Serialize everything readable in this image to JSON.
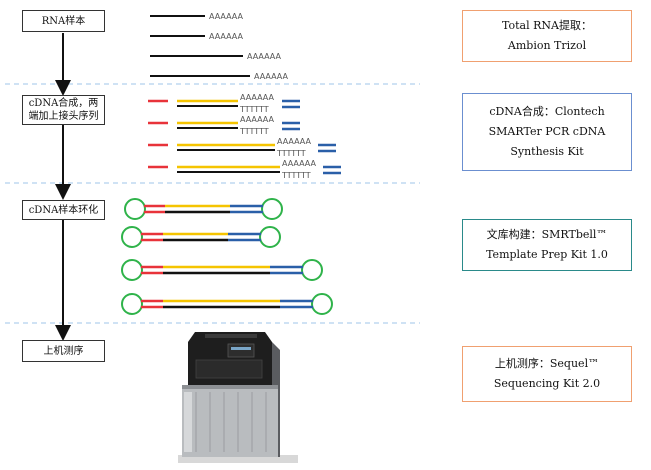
{
  "steps": {
    "rna_sample": "RNA样本",
    "cdna_synthesis_line1": "cDNA合成，两",
    "cdna_synthesis_line2": "端加上接头序列",
    "cdna_circularization": "cDNA样本环化",
    "sequencing": "上机测序"
  },
  "info_boxes": {
    "total_rna": {
      "line1": "Total RNA提取：",
      "line2": "Ambion Trizol",
      "border_color": "#f0a070"
    },
    "cdna": {
      "line1": "cDNA合成：Clontech",
      "line2": "SMARTer PCR cDNA",
      "line3": "Synthesis Kit",
      "border_color": "#6b8fd0"
    },
    "library": {
      "line1": "文库构建：SMRTbell™",
      "line2": "Template Prep Kit 1.0",
      "border_color": "#2a8a8a"
    },
    "sequencing": {
      "line1": "上机测序：Sequel™",
      "line2": "Sequencing Kit 2.0",
      "border_color": "#f0a070"
    }
  },
  "labels": {
    "poly_a": "AAAAAA",
    "poly_t": "TTTTTT"
  },
  "colors": {
    "red_adapter": "#e8333a",
    "yellow_insert": "#f5c400",
    "black_strand": "#111111",
    "blue_adapter": "#2a5fa8",
    "green_hairpin": "#2fb34a",
    "dashed_divider": "#9fc4e8"
  }
}
